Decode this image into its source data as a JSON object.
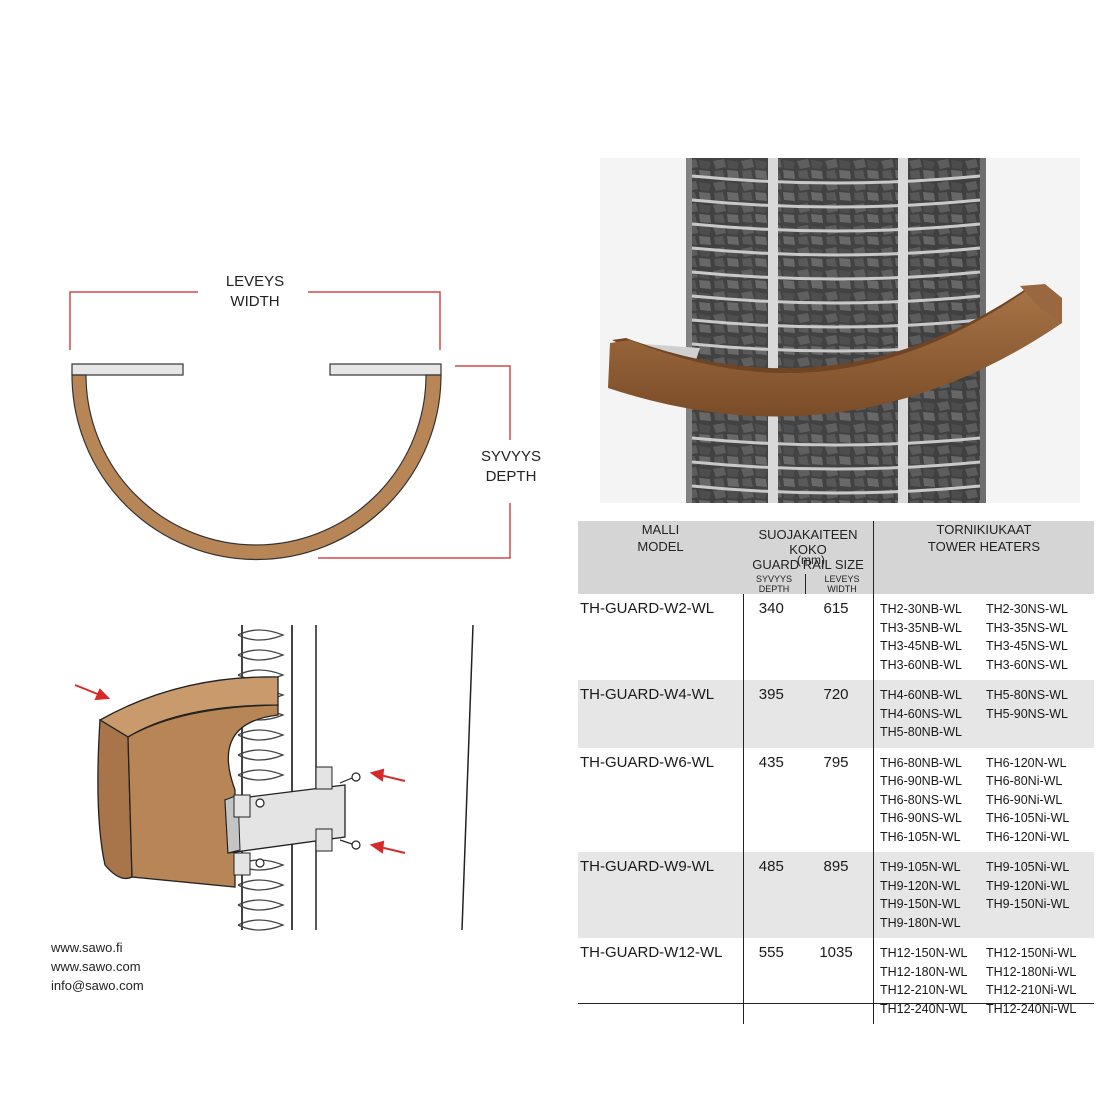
{
  "diagram_labels": {
    "width_fi": "LEVEYS",
    "width_en": "WIDTH",
    "depth_fi": "SYVYYS",
    "depth_en": "DEPTH"
  },
  "contact": {
    "site_fi": "www.sawo.fi",
    "site_com": "www.sawo.com",
    "email": "info@sawo.com"
  },
  "colors": {
    "wood": "#b88656",
    "wood_dark": "#8a5a32",
    "metal": "#d8d8d8",
    "dimension_line": "#d64a4a",
    "table_header": "#d5d5d5",
    "table_shade": "#e6e6e6"
  },
  "table": {
    "header": {
      "model_fi": "MALLI",
      "model_en": "MODEL",
      "size_fi": "SUOJAKAITEEN KOKO",
      "size_en": "GUARD RAIL SIZE",
      "unit": "(mm)",
      "depth_fi": "SYVYYS",
      "depth_en": "DEPTH",
      "width_fi": "LEVEYS",
      "width_en": "WIDTH",
      "heaters_fi": "TORNIKIUKAAT",
      "heaters_en": "TOWER HEATERS"
    },
    "rows": [
      {
        "model": "TH-GUARD-W2-WL",
        "depth": "340",
        "width": "615",
        "heaters": [
          "TH2-30NB-WL",
          "TH2-30NS-WL",
          "TH3-35NB-WL",
          "TH3-35NS-WL",
          "TH3-45NB-WL",
          "TH3-45NS-WL",
          "TH3-60NB-WL",
          "TH3-60NS-WL"
        ]
      },
      {
        "model": "TH-GUARD-W4-WL",
        "depth": "395",
        "width": "720",
        "heaters": [
          "TH4-60NB-WL",
          "TH5-80NS-WL",
          "TH4-60NS-WL",
          "TH5-90NS-WL",
          "TH5-80NB-WL"
        ]
      },
      {
        "model": "TH-GUARD-W6-WL",
        "depth": "435",
        "width": "795",
        "heaters": [
          "TH6-80NB-WL",
          "TH6-120N-WL",
          "TH6-90NB-WL",
          "TH6-80Ni-WL",
          "TH6-80NS-WL",
          "TH6-90Ni-WL",
          "TH6-90NS-WL",
          "TH6-105Ni-WL",
          "TH6-105N-WL",
          "TH6-120Ni-WL"
        ]
      },
      {
        "model": "TH-GUARD-W9-WL",
        "depth": "485",
        "width": "895",
        "heaters": [
          "TH9-105N-WL",
          "TH9-105Ni-WL",
          "TH9-120N-WL",
          "TH9-120Ni-WL",
          "TH9-150N-WL",
          "TH9-150Ni-WL",
          "TH9-180N-WL"
        ]
      },
      {
        "model": "TH-GUARD-W12-WL",
        "depth": "555",
        "width": "1035",
        "heaters": [
          "TH12-150N-WL",
          "TH12-150Ni-WL",
          "TH12-180N-WL",
          "TH12-180Ni-WL",
          "TH12-210N-WL",
          "TH12-210Ni-WL",
          "TH12-240N-WL",
          "TH12-240Ni-WL"
        ]
      }
    ]
  }
}
